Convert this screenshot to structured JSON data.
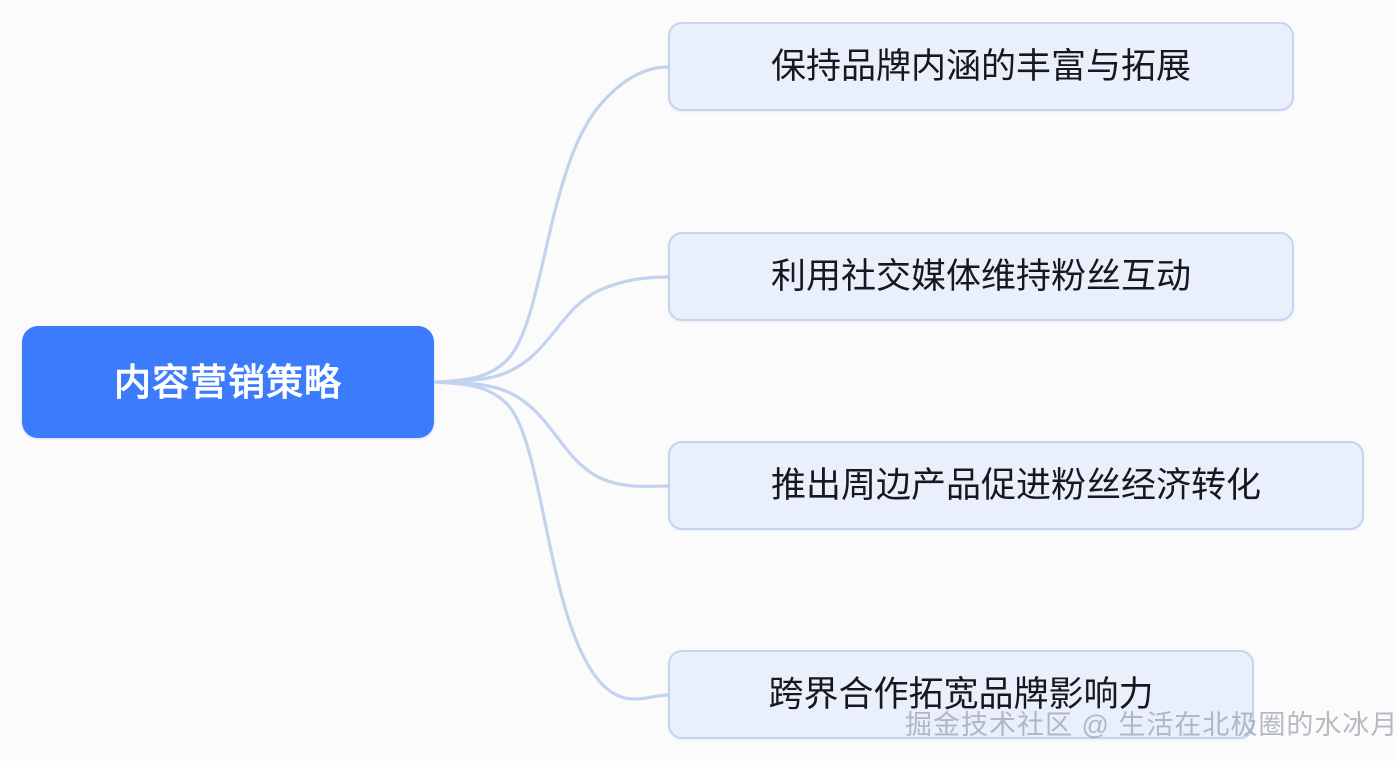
{
  "diagram": {
    "type": "mindmap",
    "orientation": "left-to-right",
    "background_color": "#fbfbfc",
    "root": {
      "label": "内容营销策略",
      "fill_color": "#3b7bfc",
      "text_color": "#ffffff"
    },
    "edge_color": "#c3d2ef",
    "branch_style": {
      "fill_color": "#eaf0fb",
      "border_color": "#c5d4ef",
      "text_color": "#16181d"
    },
    "branches": [
      {
        "label": "保持品牌内涵的丰富与拓展"
      },
      {
        "label": "利用社交媒体维持粉丝互动"
      },
      {
        "label": "推出周边产品促进粉丝经济转化"
      },
      {
        "label": "跨界合作拓宽品牌影响力"
      }
    ]
  },
  "watermark": {
    "text": "掘金技术社区 @ 生活在北极圈的水冰月"
  }
}
